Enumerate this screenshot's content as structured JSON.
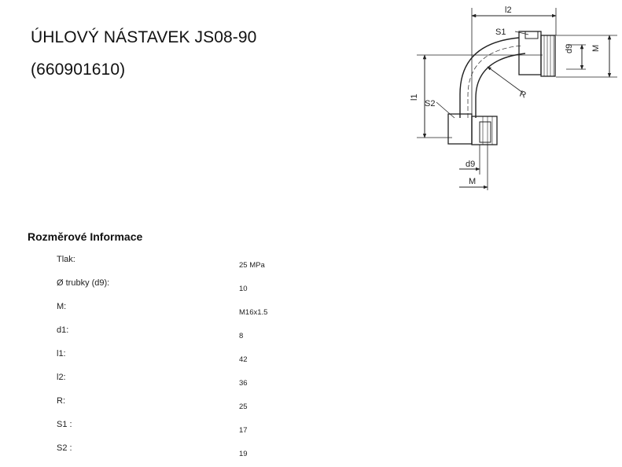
{
  "title": {
    "line1": "ÚHLOVÝ NÁSTAVEK JS08-90",
    "line2": "(660901610)"
  },
  "drawing": {
    "icon": "angle-fitting-technical-drawing",
    "labels": {
      "l2": "l2",
      "s1": "S1",
      "d9_right": "d9",
      "m_right": "M",
      "l1": "l1",
      "s2": "S2",
      "r": "R",
      "d9_bottom": "d9",
      "m_bottom": "M"
    }
  },
  "section": {
    "heading": "Rozměrové Informace"
  },
  "specs": [
    {
      "label": "Tlak:",
      "value": "25  MPa"
    },
    {
      "label": "Ø trubky (d9):",
      "value": "10"
    },
    {
      "label": "M:",
      "value": "M16x1.5"
    },
    {
      "label": "d1:",
      "value": "8"
    },
    {
      "label": "l1:",
      "value": "42"
    },
    {
      "label": "l2:",
      "value": "36"
    },
    {
      "label": "R:",
      "value": "25"
    },
    {
      "label": "S1 :",
      "value": "17"
    },
    {
      "label": "S2 :",
      "value": "19"
    }
  ]
}
